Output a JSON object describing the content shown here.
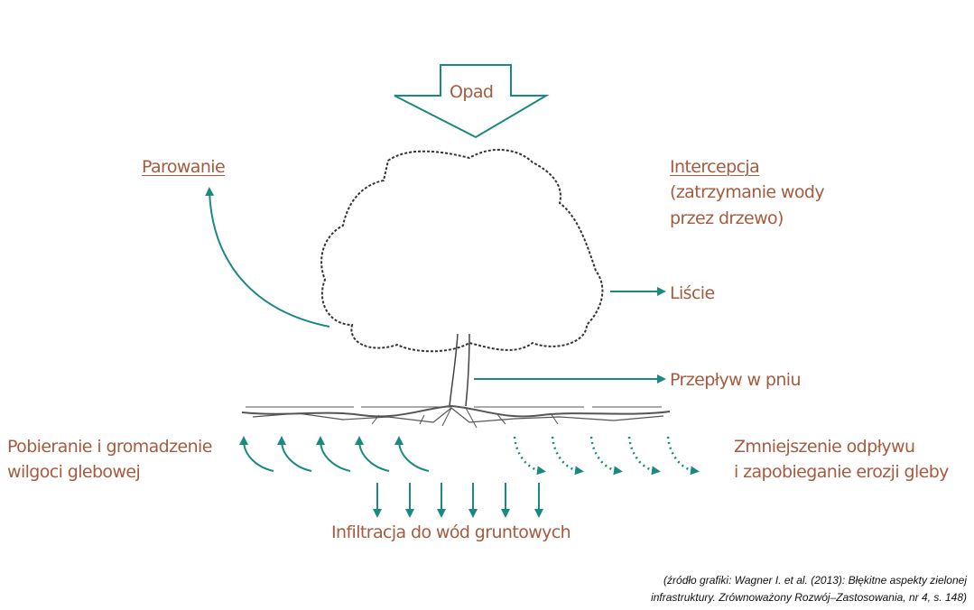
{
  "labels": {
    "opad": "Opad",
    "parowanie": "Parowanie",
    "intercepcja": "Intercepcja",
    "intercepcja_line2": "(zatrzymanie wody",
    "intercepcja_line3": "przez drzewo)",
    "liscie": "Liście",
    "przeplyw": "Przepływ w pniu",
    "pobieranie_line1": "Pobieranie i gromadzenie",
    "pobieranie_line2": "wilgoci glebowej",
    "zmniejszenie_line1": "Zmniejszenie odpływu",
    "zmniejszenie_line2": "i zapobieganie erozji gleby",
    "infiltracja": "Infiltracja do wód gruntowych"
  },
  "source": {
    "line1": "(źródło grafiki: Wagner I. et al. (2013): Błękitne aspekty zielonej",
    "line2": "infrastruktury. Zrównoważony Rozwój–Zastosowania, nr 4, s. 148)"
  },
  "colors": {
    "text": "#a65a3e",
    "arrow": "#1a8a80",
    "tree": "#333333"
  }
}
